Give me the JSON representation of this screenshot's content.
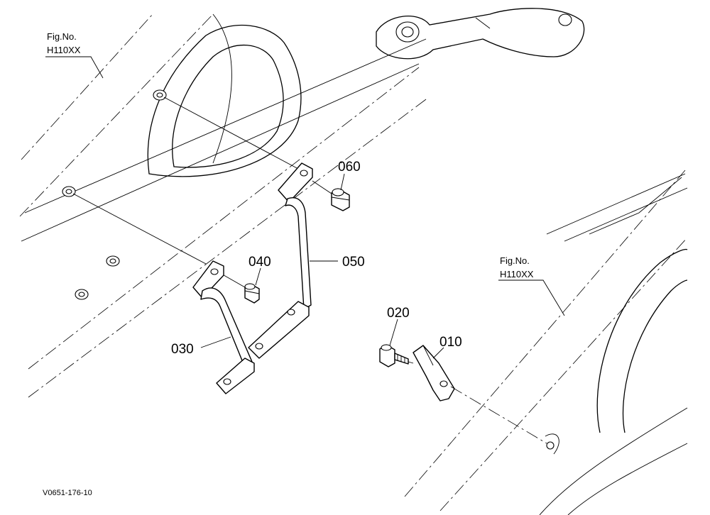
{
  "figure_refs": [
    {
      "prefix": "Fig.No.",
      "code": "H110XX"
    },
    {
      "prefix": "Fig.No.",
      "code": "H110XX"
    }
  ],
  "callouts": {
    "p010": "010",
    "p020": "020",
    "p030": "030",
    "p040": "040",
    "p050": "050",
    "p060": "060"
  },
  "drawing_code": "V0651-176-10"
}
